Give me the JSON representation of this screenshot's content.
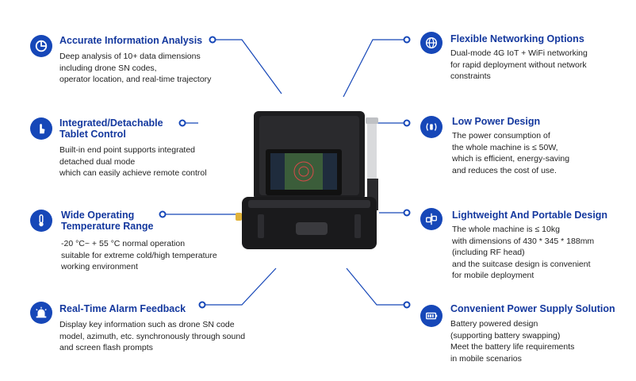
{
  "features": {
    "analysis": {
      "title": "Accurate Information Analysis",
      "lines": [
        "Deep analysis of 10+ data dimensions",
        "including drone SN codes,",
        "operator location, and real-time trajectory"
      ],
      "icon": "pie-chart-icon"
    },
    "tablet": {
      "title_lines": [
        "Integrated/Detachable",
        "Tablet Control"
      ],
      "lines": [
        "Built-in end point supports integrated",
        "detached dual mode",
        "which can easily achieve remote control"
      ],
      "icon": "touch-hand-icon"
    },
    "temperature": {
      "title_lines": [
        "Wide Operating",
        "Temperature Range"
      ],
      "lines": [
        "-20 °C~ + 55 °C normal operation",
        "suitable for extreme cold/high temperature",
        "working environment"
      ],
      "icon": "thermometer-icon"
    },
    "alarm": {
      "title": "Real-Time Alarm Feedback",
      "lines": [
        "Display key information such as drone SN code",
        "model, azimuth, etc. synchronously through sound",
        "and screen flash prompts"
      ],
      "icon": "alarm-siren-icon"
    },
    "networking": {
      "title": "Flexible Networking Options",
      "lines": [
        "Dual-mode 4G IoT + WiFi networking",
        "for rapid deployment without network",
        "constraints"
      ],
      "icon": "globe-icon"
    },
    "power": {
      "title": "Low Power Design",
      "lines": [
        "The power consumption of",
        "the whole machine is ≤ 50W,",
        "which is efficient, energy-saving",
        "and reduces the cost of use."
      ],
      "icon": "signal-broadcast-icon"
    },
    "portable": {
      "title": "Lightweight And Portable Design",
      "lines": [
        "The whole machine is ≤ 10kg",
        "with dimensions of 430 * 345 * 188mm",
        "(including RF head)",
        "and the suitcase design is convenient",
        "for mobile deployment"
      ],
      "icon": "modules-icon"
    },
    "supply": {
      "title": "Convenient Power Supply Solution",
      "lines": [
        "Battery powered design",
        "(supporting battery swapping)",
        "Meet the battery life requirements",
        "in mobile scenarios"
      ],
      "icon": "battery-icon"
    }
  },
  "colors": {
    "accent": "#1647b8",
    "title": "#14389e",
    "text": "#222222",
    "line": "#1647b8"
  }
}
